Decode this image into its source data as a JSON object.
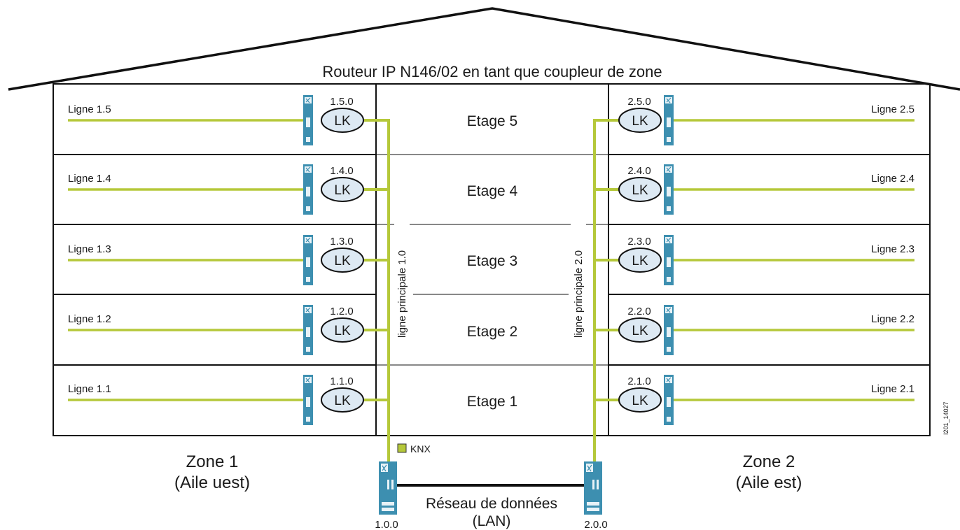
{
  "title": "Routeur IP N146/02 en tant que coupleur de zone",
  "floors": [
    "Etage 5",
    "Etage 4",
    "Etage 3",
    "Etage 2",
    "Etage 1"
  ],
  "zone1": {
    "name": "Zone 1",
    "subtitle": "(Aile uest)",
    "main_line": "ligne principale 1.0",
    "router_address": "1.0.0",
    "lines": [
      {
        "label": "Ligne 1.5",
        "coupler": "1.5.0"
      },
      {
        "label": "Ligne 1.4",
        "coupler": "1.4.0"
      },
      {
        "label": "Ligne 1.3",
        "coupler": "1.3.0"
      },
      {
        "label": "Ligne 1.2",
        "coupler": "1.2.0"
      },
      {
        "label": "Ligne 1.1",
        "coupler": "1.1.0"
      }
    ]
  },
  "zone2": {
    "name": "Zone 2",
    "subtitle": "(Aile est)",
    "main_line": "ligne principale 2.0",
    "router_address": "2.0.0",
    "lines": [
      {
        "label": "Ligne 2.5",
        "coupler": "2.5.0"
      },
      {
        "label": "Ligne 2.4",
        "coupler": "2.4.0"
      },
      {
        "label": "Ligne 2.3",
        "coupler": "2.3.0"
      },
      {
        "label": "Ligne 2.2",
        "coupler": "2.2.0"
      },
      {
        "label": "Ligne 2.1",
        "coupler": "2.1.0"
      }
    ]
  },
  "coupler_label": "LK",
  "legend": {
    "knx": "KNX"
  },
  "network": {
    "line1": "Réseau de données",
    "line2": "(LAN)"
  },
  "side_code": "I201_14027",
  "colors": {
    "knx_line": "#b5c83a",
    "device": "#3d8fb0",
    "coupler_fill": "#dde9f3",
    "lan_line": "#111111"
  }
}
